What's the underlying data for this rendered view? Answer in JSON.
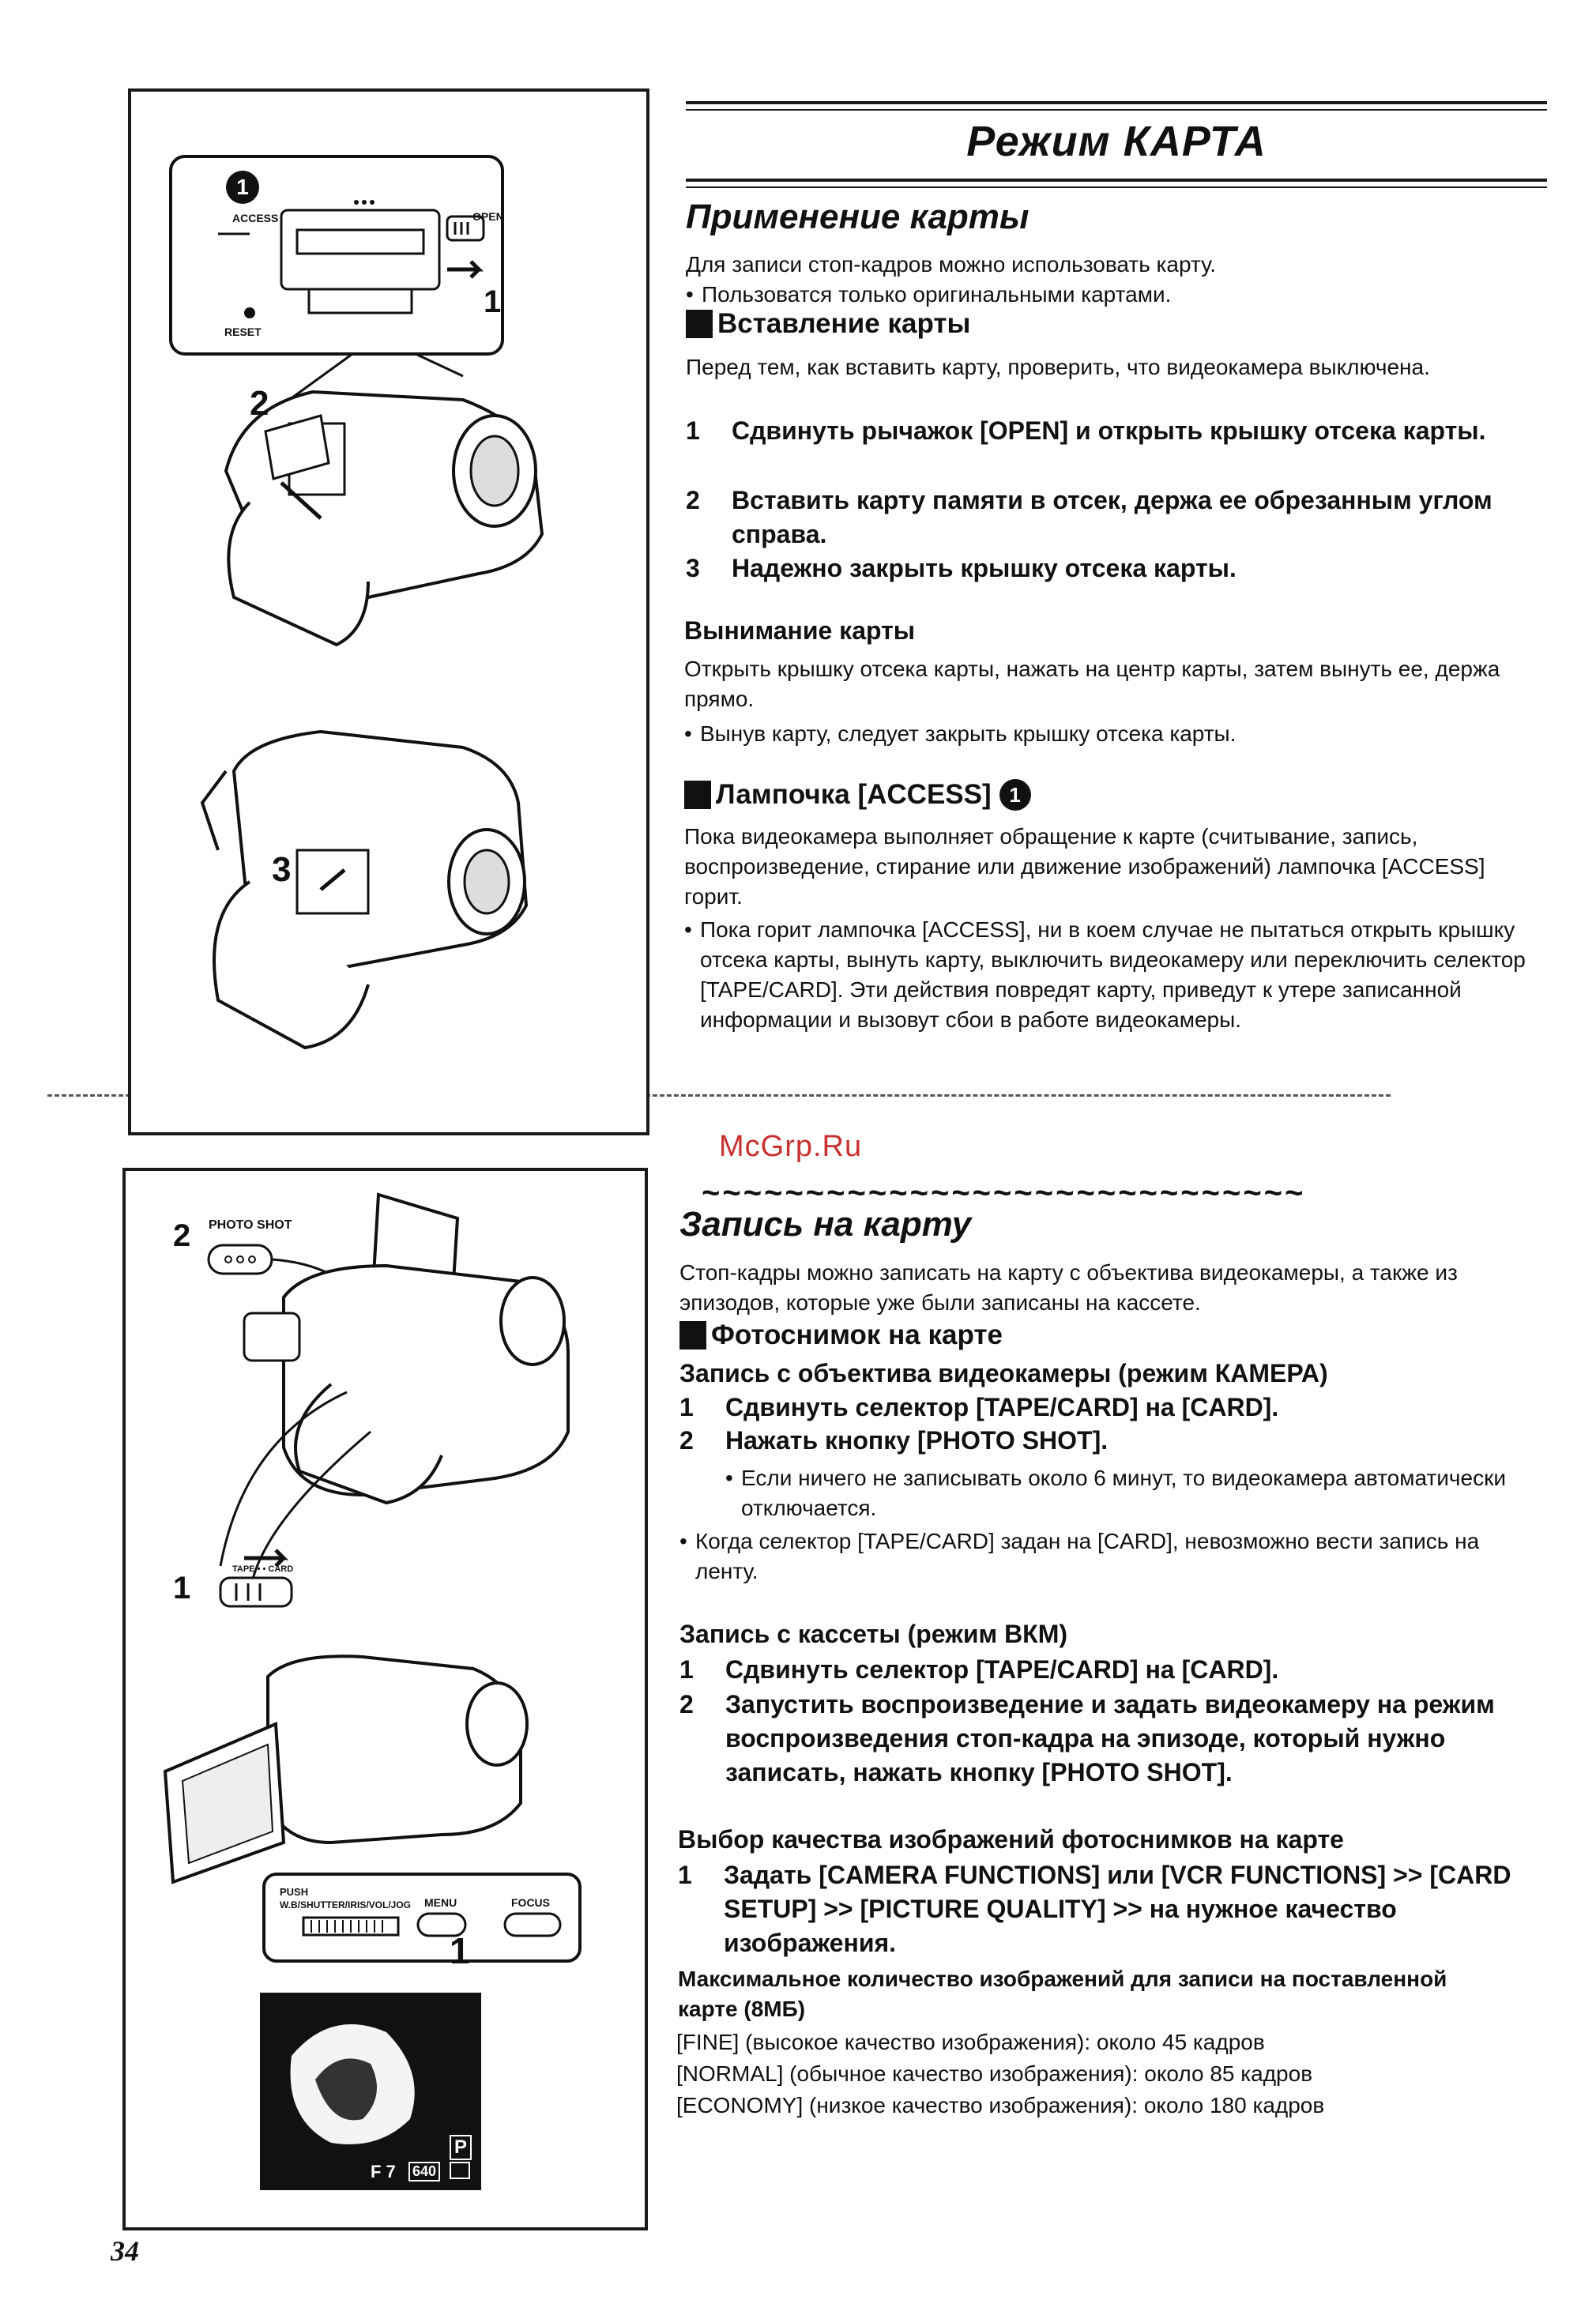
{
  "page_title": "Режим КАРТА",
  "section1": {
    "heading": "Применение карты",
    "intro": "Для записи стоп-кадров можно использовать карту.",
    "intro_bullet": "Пользоватся только оригинальными картами.",
    "insert": {
      "heading": "Вставление карты",
      "text": "Перед тем, как вставить карту, проверить, что видеокамера выключена.",
      "steps": [
        {
          "num": "1",
          "text": "Сдвинуть рычажок [OPEN] и открыть крышку отсека карты."
        },
        {
          "num": "2",
          "text": "Вставить карту памяти в отсек, держа ее обрезанным углом справа."
        },
        {
          "num": "3",
          "text": "Надежно закрыть крышку отсека карты."
        }
      ]
    },
    "remove": {
      "heading": "Вынимание карты",
      "text": "Открыть крышку отсека карты, нажать на центр карты, затем вынуть ее, держа прямо.",
      "bullet": "Вынув карту, следует закрыть крышку отсека карты."
    },
    "access": {
      "heading": "Лампочка [ACCESS]",
      "marker": "1",
      "text": "Пока видеокамера выполняет обращение к карте (считывание, запись, воспроизведение, стирание или движение изображений) лампочка [ACCESS] горит.",
      "bullet": "Пока горит лампочка [ACCESS], ни в коем случае не пытаться открыть крышку отсека карты, вынуть карту, выключить видеокамеру или переключить селектор [TAPE/CARD]. Эти действия повредят карту, приведут к утере записанной информации и вызовут сбои в работе видеокамеры."
    }
  },
  "watermark": "McGrp.Ru",
  "wave": "~~~~~~~~~~~~~~~~~~~~~~~~~~~~~",
  "section2": {
    "heading": "Запись на карту",
    "intro": "Стоп-кадры можно записать на карту с объектива видеокамеры, а также из эпизодов, которые уже были записаны на кассете.",
    "photo": {
      "heading": "Фотоснимок на карте",
      "sub_camera": "Запись с объектива видеокамеры (режим КАМЕРА)",
      "camera_steps": [
        {
          "num": "1",
          "text": "Сдвинуть селектор [TAPE/CARD] на [CARD]."
        },
        {
          "num": "2",
          "text": "Нажать кнопку [PHOTO SHOT]."
        }
      ],
      "camera_bullet": "Если ничего не записывать около 6 минут, то видеокамера автоматически отключается.",
      "camera_note": "Когда селектор [TAPE/CARD] задан на [CARD], невозможно вести запись на ленту.",
      "sub_vcr": "Запись с кассеты (режим ВКМ)",
      "vcr_steps": [
        {
          "num": "1",
          "text": "Сдвинуть селектор [TAPE/CARD] на [CARD]."
        },
        {
          "num": "2",
          "text": "Запустить воспроизведение и задать видеокамеру на режим воспроизведения стоп-кадра на эпизоде, который нужно записать, нажать кнопку [PHOTO SHOT]."
        }
      ],
      "sub_quality": "Выбор качества изображений фотоснимков на карте",
      "quality_steps": [
        {
          "num": "1",
          "text": "Задать [CAMERA FUNCTIONS] или [VCR FUNCTIONS] >> [CARD SETUP] >> [PICTURE QUALITY] >> на нужное качество изображения."
        }
      ],
      "max_heading": "Максимальное количество изображений для записи на поставленной карте (8МБ)",
      "max_lines": [
        "[FINE] (высокое качество изображения): около 45 кадров",
        "[NORMAL] (обычное качество изображения): около 85 кадров",
        "[ECONOMY] (низкое качество изображения): около 180 кадров"
      ]
    }
  },
  "figure_top": {
    "marker": "1",
    "access_label": "ACCESS",
    "open_label": "OPEN",
    "reset_label": "RESET",
    "step_open": "1",
    "step_insert": "2",
    "step_close": "3"
  },
  "figure_bottom": {
    "photo_shot_label": "PHOTO SHOT",
    "step_photo": "2",
    "step_selector": "1",
    "tape_card_label": "TAPE • • CARD",
    "menu_label": "MENU",
    "focus_label": "FOCUS",
    "push_label": "PUSH",
    "shutter_label": "W.B/SHUTTER/IRIS/VOL/JOG",
    "step_menu": "1",
    "osd_p": "P",
    "osd_f": "F 7",
    "osd_res": "640"
  },
  "page_number": "34"
}
